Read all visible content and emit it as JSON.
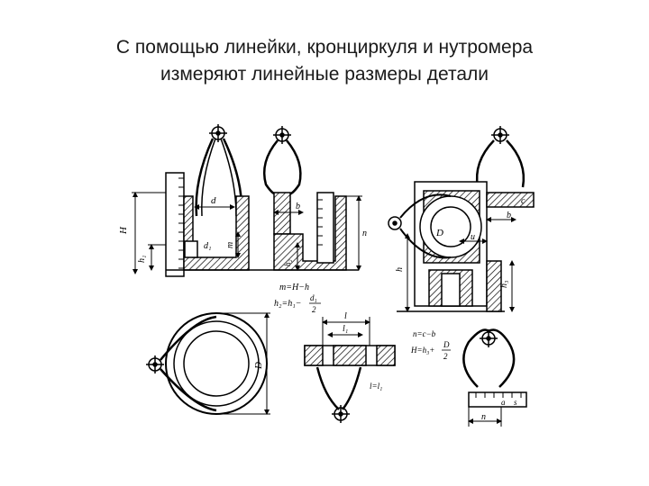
{
  "slide": {
    "title_line1": "С помощью линейки, кронциркуля и нутромера",
    "title_line2": "измеряют линейные размеры детали"
  },
  "drawing": {
    "labels": {
      "H": "H",
      "h1": "h₁",
      "d": "d",
      "d1": "d₁",
      "m": "m",
      "b": "b",
      "n": "n",
      "h2": "h₂",
      "formula_m": "m=H−h",
      "formula_h2": "h₂=h₁−",
      "frac_d1": "d₁",
      "frac_2": "2",
      "D": "D",
      "l": "l",
      "l1": "l₁",
      "l_eq": "l=l₁",
      "c": "c",
      "h": "h",
      "h3": "h₃",
      "n_eq": "n=c−b",
      "H_eq": "H=h₃+",
      "frac_D": "D",
      "frac_2b": "2",
      "u1": "u",
      "n2": "n",
      "a": "a",
      "s": "s"
    }
  }
}
